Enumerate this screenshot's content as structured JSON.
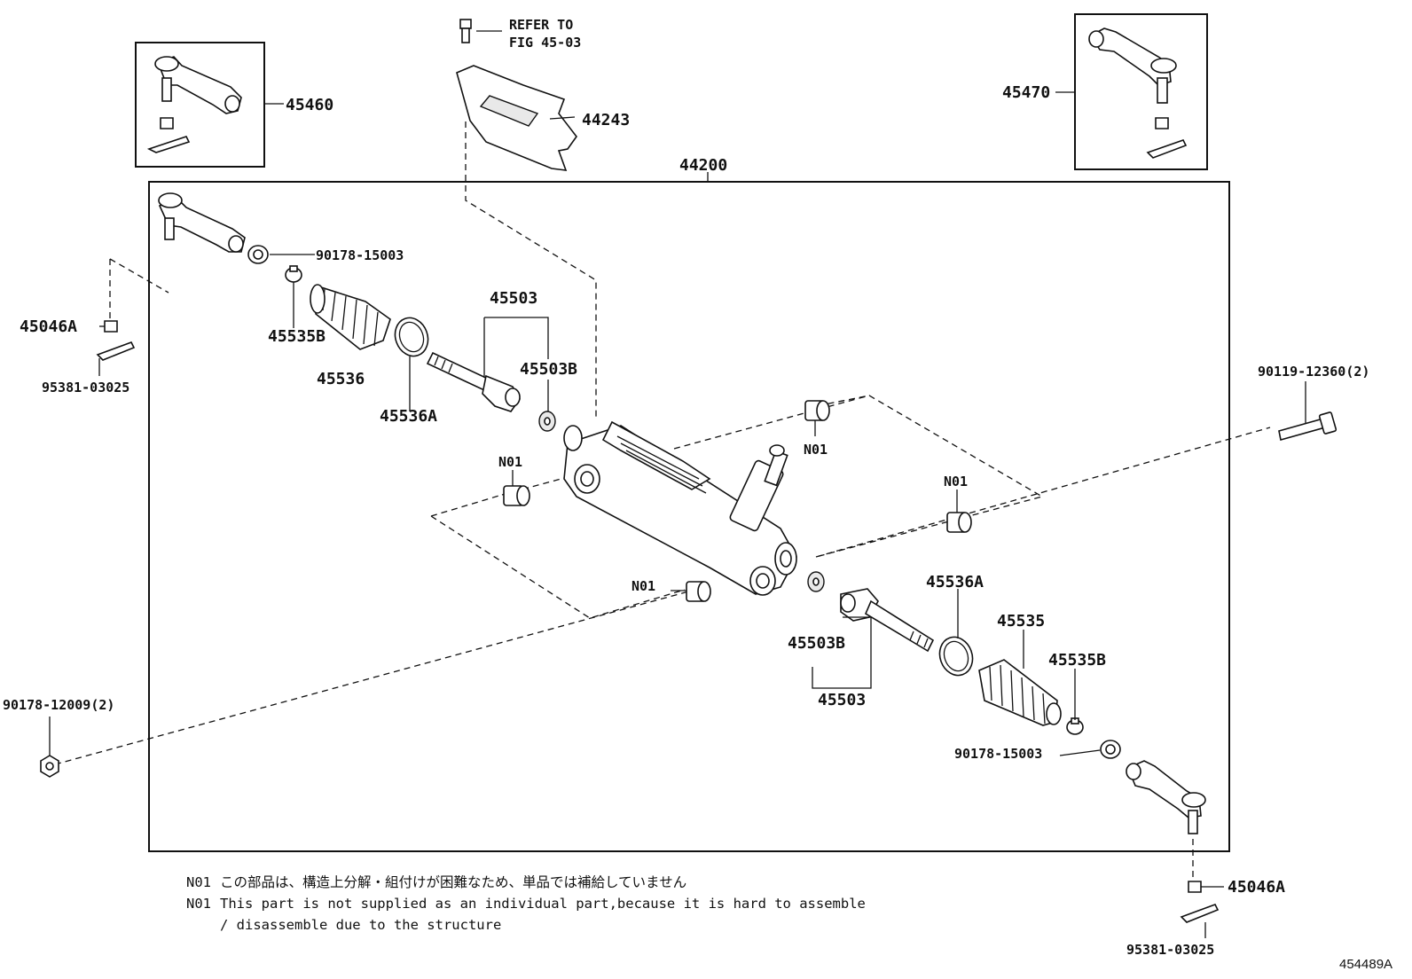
{
  "diagram": {
    "figure_id": "454489A",
    "refer": {
      "line1": "REFER TO",
      "line2": "FIG 45-03"
    },
    "labels": {
      "p44200": "44200",
      "p44243": "44243",
      "p45460": "45460",
      "p45470": "45470",
      "p90178_15003_top": "90178-15003",
      "p45046a_left": "45046A",
      "p95381_left": "95381-03025",
      "p45535b_left": "45535B",
      "p45536": "45536",
      "p45536a_left": "45536A",
      "p45503_top": "45503",
      "p45503b_top": "45503B",
      "n01_a": "N01",
      "n01_b": "N01",
      "n01_c": "N01",
      "n01_d": "N01",
      "p90119": "90119-12360(2)",
      "p90178_12009": "90178-12009(2)",
      "p45536a_right": "45536A",
      "p45535": "45535",
      "p45535b_right": "45535B",
      "p45503b_bottom": "45503B",
      "p45503_bottom": "45503",
      "p90178_15003_bottom": "90178-15003",
      "p45046a_right": "45046A",
      "p95381_right": "95381-03025"
    }
  },
  "notes": {
    "n1_tag": "N01",
    "n1_text": "この部品は、構造上分解・組付けが困難なため、単品では補給していません",
    "n2_tag": "N01",
    "n2_text": "This part is not supplied as an individual part,because it is hard to assemble",
    "n2_cont": "/ disassemble due to the structure"
  }
}
